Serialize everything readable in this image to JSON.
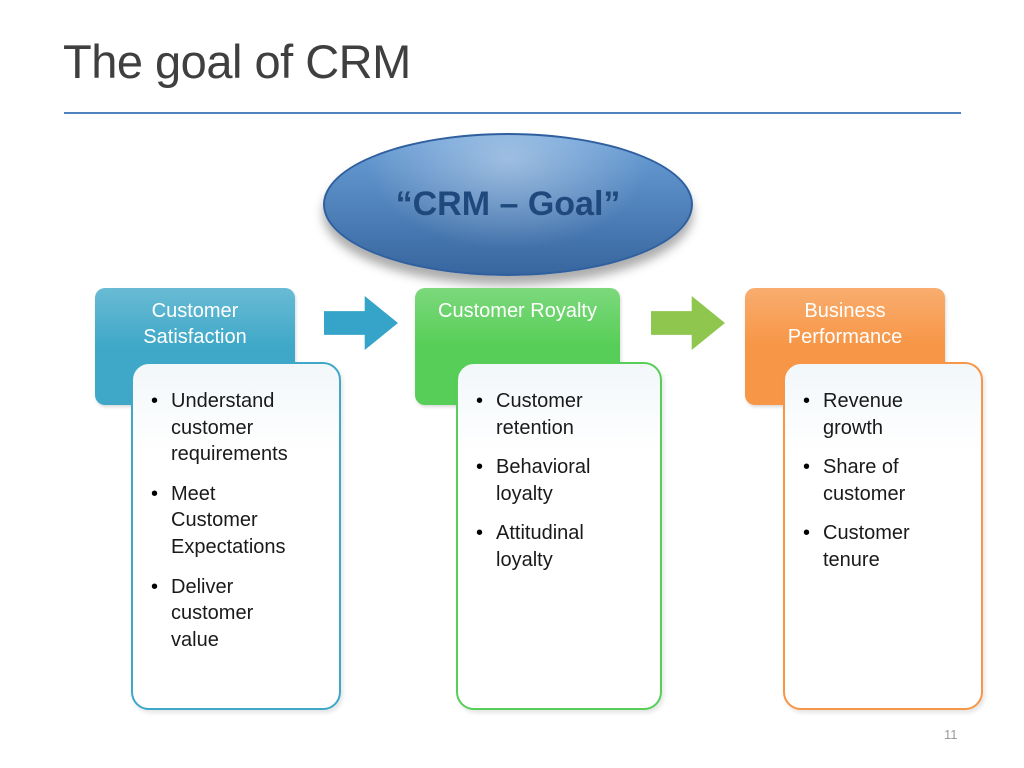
{
  "slide": {
    "title": "The goal of CRM",
    "page_number": "11"
  },
  "ellipse": {
    "label": "“CRM – Goal”",
    "fill_top": "#6ba0d8",
    "fill_bottom": "#38669f",
    "border": "#2f5f9e",
    "text_color": "#1f497d"
  },
  "columns": [
    {
      "header": "Customer\nSatisfaction",
      "color": "#3fa8c8",
      "bullets": [
        "Understand\ncustomer\nrequirements",
        "Meet\nCustomer\nExpectations",
        "Deliver\ncustomer\nvalue"
      ]
    },
    {
      "header": "Customer Royalty",
      "color": "#57ce57",
      "bullets": [
        "Customer\nretention",
        "Behavioral\nloyalty",
        "Attitudinal\nloyalty"
      ]
    },
    {
      "header": "Business\nPerformance",
      "color": "#f79646",
      "bullets": [
        "Revenue\ngrowth",
        "Share of\ncustomer",
        "Customer\ntenure"
      ]
    }
  ],
  "arrows": [
    {
      "color": "#35a4c8"
    },
    {
      "color": "#8fc74e"
    }
  ],
  "colors": {
    "title_text": "#3f3f3f",
    "rule": "#4f81bd",
    "page_number": "#9a9a9a"
  }
}
